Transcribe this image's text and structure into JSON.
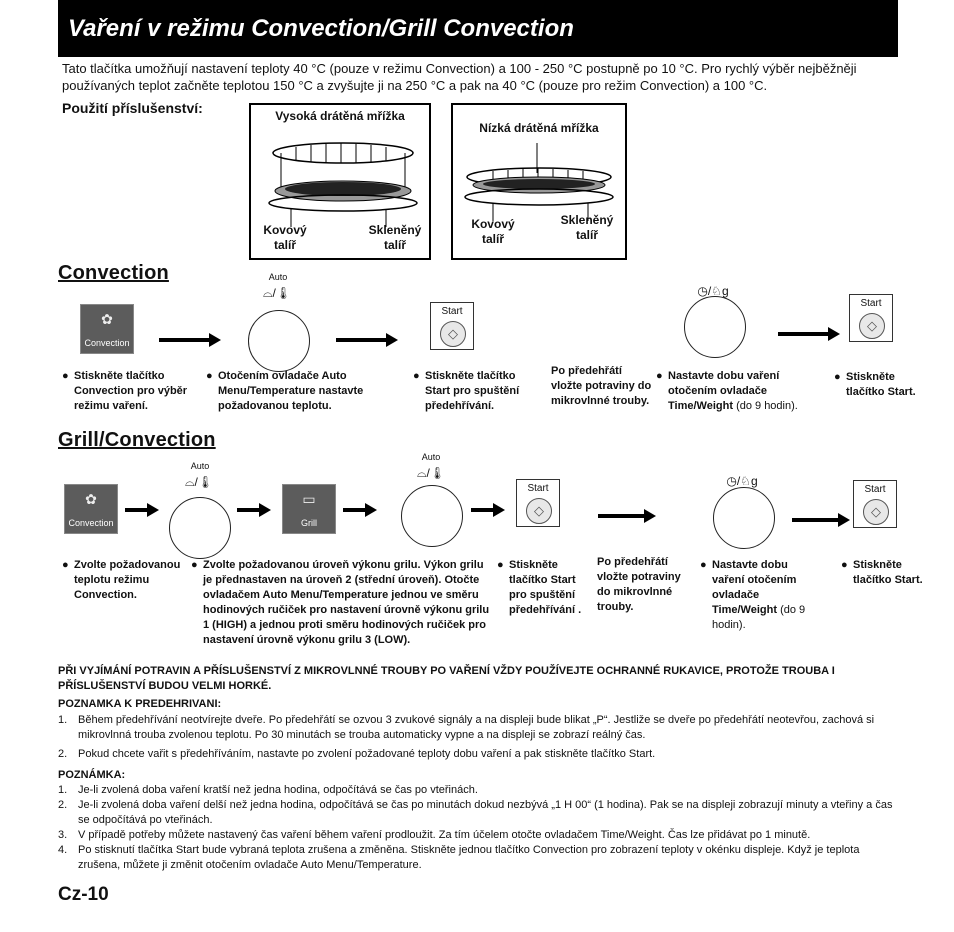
{
  "title": "Vaření v režimu Convection/Grill Convection",
  "intro": "Tato tlačítka umožňují nastavení teploty 40 °C (pouze v režimu Convection) a 100 - 250 °C postupně po 10 °C. Pro rychlý výběr nejběžněji používaných teplot začněte teplotou 150 °C a zvyšujte ji na 250 °C a pak na 40 °C (pouze pro režim Convection) a 100 °C.",
  "accessories": {
    "label": "Použití příslušenství:",
    "high": {
      "title": "Vysoká drátěná mřížka",
      "left": "Kovový talíř",
      "right": "Skleněný talíř"
    },
    "low": {
      "title": "Nízká drátěná mřížka",
      "left": "Kovový talíř",
      "right": "Skleněný talíř"
    }
  },
  "controls": {
    "convection": "Convection",
    "grill": "Grill",
    "start": "Start",
    "auto": "Auto",
    "temp_icons": "⌓/🌡",
    "time_icons": "◷/♘g"
  },
  "convection": {
    "heading": "Convection",
    "steps": [
      "Stiskněte tlačítko Convection pro výběr režimu vaření.",
      "Otočením ovladače Auto Menu/Temperature nastavte požadovanou teplotu.",
      "Stiskněte tlačítko Start pro spuštění předehřívání.",
      "Po předehřátí vložte potraviny do mikrovlnné trouby.",
      "Nastavte dobu vaření otočením ovladače Time/Weight",
      "(do 9 hodin).",
      "Stiskněte tlačítko Start."
    ]
  },
  "grill": {
    "heading": "Grill/Convection",
    "steps": [
      "Zvolte požadovanou teplotu režimu Convection.",
      "Zvolte požadovanou úroveň výkonu grilu. Výkon grilu je přednastaven na úroveň 2 (střední úroveň). Otočte ovladačem Auto Menu/Temperature jednou ve směru hodinových ručiček pro nastavení úrovně výkonu grilu 1 (HIGH) a jednou proti směru hodinových ručiček pro nastavení úrovně výkonu grilu 3 (LOW).",
      "Stiskněte tlačítko Start pro spuštění předehřívání .",
      "Po předehřátí vložte potraviny do mikrovlnné trouby.",
      "Nastavte dobu vaření otočením ovladače Time/Weight",
      "(do 9 hodin).",
      "Stiskněte tlačítko Start."
    ]
  },
  "warning": "PŘI VYJÍMÁNÍ POTRAVIN A PŘÍSLUŠENSTVÍ Z MIKROVLNNÉ TROUBY PO VAŘENÍ VŽDY POUŽÍVEJTE OCHRANNÉ RUKAVICE, PROTOŽE TROUBA I PŘÍSLUŠENSTVÍ BUDOU VELMI HORKÉ.",
  "preheat_note": {
    "heading": "POZNAMKA K PREDEHRIVANI:",
    "items": [
      "Během předehřívání neotvírejte dveře. Po předehřátí se ozvou 3 zvukové signály a na displeji bude blikat „P“. Jestliže se dveře po předehřátí neotevřou, zachová si mikrovlnná trouba zvolenou teplotu. Po 30 minutách se trouba automaticky vypne a na displeji se zobrazí reálný čas.",
      "Pokud chcete vařit s předehříváním, nastavte po zvolení požadované teploty dobu vaření a pak stiskněte tlačítko Start."
    ]
  },
  "note": {
    "heading": "POZNÁMKA:",
    "items": [
      "Je-li zvolená doba vaření kratší než jedna hodina, odpočítává se čas po vteřinách.",
      "Je-li zvolená doba vaření delší než jedna hodina, odpočítává se čas po minutách dokud nezbývá „1 H 00“ (1 hodina). Pak se na displeji zobrazují minuty a vteřiny a čas se odpočítává po vteřinách.",
      "V případě potřeby můžete nastavený čas vaření během vaření prodloužit. Za tím účelem otočte ovladačem Time/Weight. Čas lze přidávat po 1 minutě.",
      "Po stisknutí tlačítka Start bude vybraná teplota zrušena a změněna. Stiskněte jednou tlačítko Convection pro zobrazení teploty v okénku displeje. Když je teplota zrušena, můžete ji změnit otočením ovladače Auto Menu/Temperature."
    ]
  },
  "page_number": "Cz-10"
}
